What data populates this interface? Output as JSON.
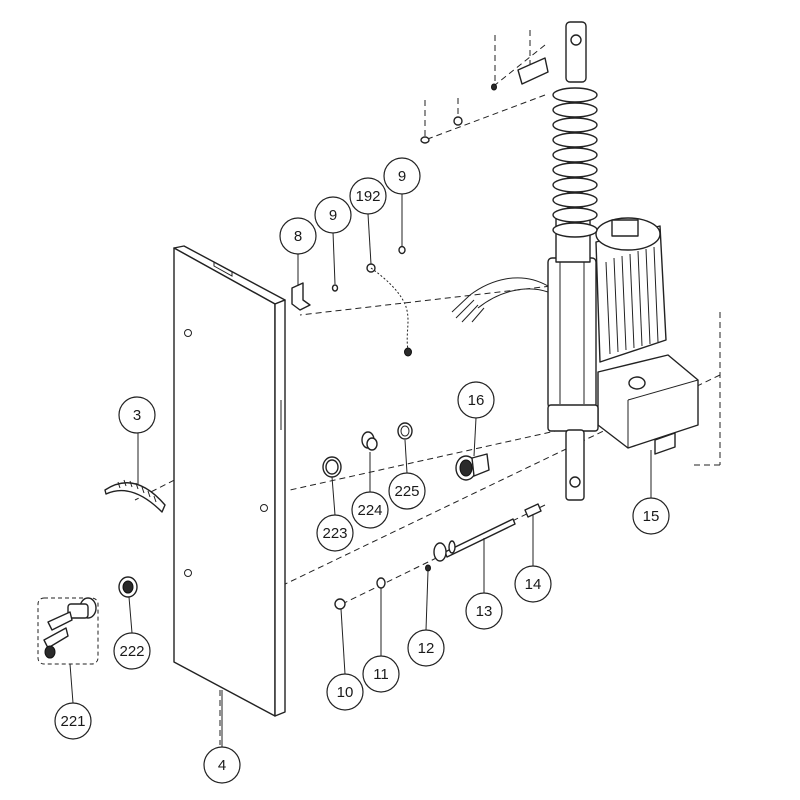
{
  "diagram": {
    "callouts": [
      {
        "id": "c3",
        "label": "3"
      },
      {
        "id": "c4",
        "label": "4"
      },
      {
        "id": "c8",
        "label": "8"
      },
      {
        "id": "c9a",
        "label": "9"
      },
      {
        "id": "c192",
        "label": "192"
      },
      {
        "id": "c9b",
        "label": "9"
      },
      {
        "id": "c10",
        "label": "10"
      },
      {
        "id": "c11",
        "label": "11"
      },
      {
        "id": "c12",
        "label": "12"
      },
      {
        "id": "c13",
        "label": "13"
      },
      {
        "id": "c14",
        "label": "14"
      },
      {
        "id": "c15",
        "label": "15"
      },
      {
        "id": "c16",
        "label": "16"
      },
      {
        "id": "c221",
        "label": "221"
      },
      {
        "id": "c222",
        "label": "222"
      },
      {
        "id": "c223",
        "label": "223"
      },
      {
        "id": "c224",
        "label": "224"
      },
      {
        "id": "c225",
        "label": "225"
      }
    ]
  }
}
